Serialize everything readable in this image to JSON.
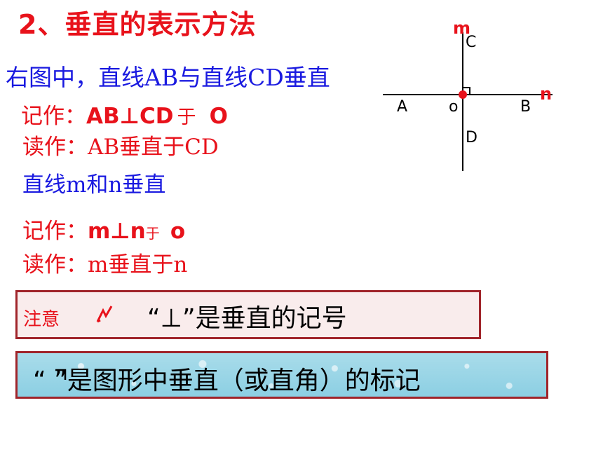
{
  "title": "2、垂直的表示方法",
  "intro": "右图中，直线AB与直线CD垂直",
  "notation1": {
    "label": "记作：",
    "expr": "AB⊥CD",
    "yu": "于",
    "point": "O"
  },
  "reading1": "读作：AB垂直于CD",
  "line2": "直线m和n垂直",
  "notation2": {
    "label": "记作：",
    "expr": "m⊥n",
    "yu": "于",
    "point": "o"
  },
  "reading2": "读作：m垂直于n",
  "note_box": {
    "label": "注意",
    "text": "“⊥”是垂直的记号"
  },
  "mark_box": {
    "text": "“   ”是图形中垂直（或直角）的标记"
  },
  "diagram": {
    "label_m": "m",
    "label_n": "n",
    "label_A": "A",
    "label_B": "B",
    "label_C": "C",
    "label_D": "D",
    "label_O": "o"
  },
  "colors": {
    "title": "#e8121b",
    "intro": "#1a1ae0",
    "box_border": "#a0242a",
    "mark_bg": "#a9dcea"
  }
}
